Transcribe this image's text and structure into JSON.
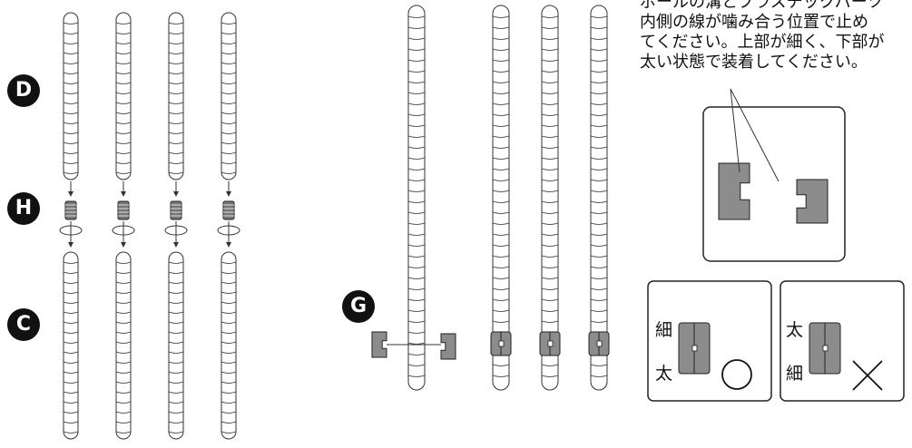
{
  "badges": {
    "d": "D",
    "h": "H",
    "c": "C",
    "g": "G"
  },
  "note": {
    "lines": [
      "ポールの溝とプラスチックパーツ",
      "内側の線が噛み合う位置で止め",
      "てください。上部が細く、下部が",
      "太い状態で装着してください。"
    ]
  },
  "correct_panel": {
    "top_label": "細",
    "bottom_label": "太",
    "mark": "○"
  },
  "wrong_panel": {
    "top_label": "太",
    "bottom_label": "細",
    "mark": "×"
  },
  "colors": {
    "part_gray": "#8c8c8c",
    "line": "#333333"
  }
}
